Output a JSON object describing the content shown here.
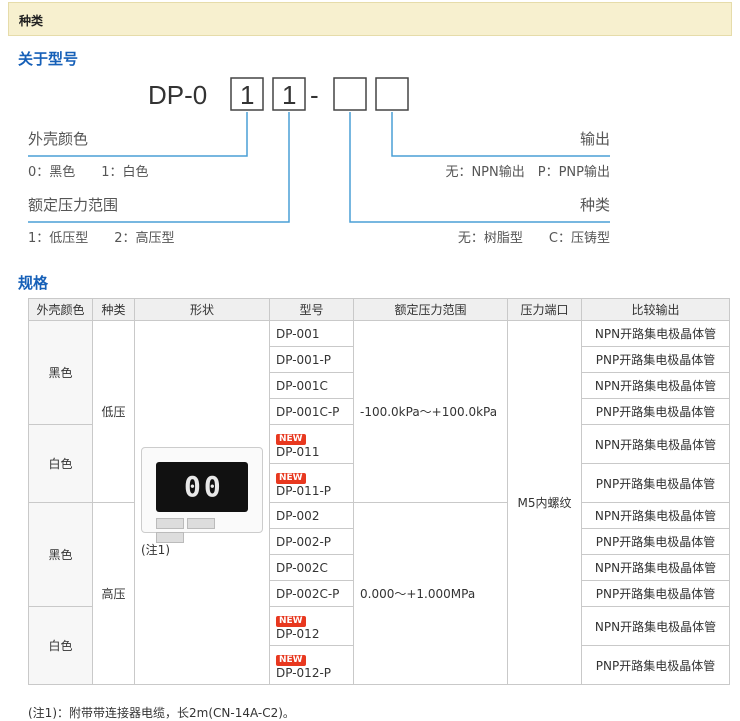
{
  "header": {
    "category": "种类"
  },
  "model_section": {
    "title": "关于型号",
    "code_prefix": "DP-0",
    "box1": "1",
    "box2": "1",
    "dash": "-",
    "color_label": "外壳颜色",
    "color_options": "0：黑色　　1：白色",
    "pressure_label": "额定压力范围",
    "pressure_options": "1：低压型　　2：高压型",
    "output_label": "输出",
    "output_options": "无：NPN输出　P：PNP输出",
    "kind_label": "种类",
    "kind_options": "无：树脂型　　C：压铸型"
  },
  "spec_section": {
    "title": "规格",
    "headers": [
      "外壳颜色",
      "种类",
      "形状",
      "型号",
      "额定压力范围",
      "压力端口",
      "比较输出"
    ],
    "colors": [
      "黑色",
      "白色",
      "黑色",
      "白色"
    ],
    "kinds": [
      "低压",
      "高压"
    ],
    "shape_note": "(注1)",
    "product_display": "00",
    "port": "M5内螺纹",
    "ranges": [
      "-100.0kPa～+100.0kPa",
      "0.000～+1.000MPa"
    ],
    "new_badge": "NEW",
    "rows": [
      {
        "model": "DP-001",
        "output": "NPN开路集电极晶体管"
      },
      {
        "model": "DP-001-P",
        "output": "PNP开路集电极晶体管"
      },
      {
        "model": "DP-001C",
        "output": "NPN开路集电极晶体管"
      },
      {
        "model": "DP-001C-P",
        "output": "PNP开路集电极晶体管"
      },
      {
        "model": "DP-011",
        "output": "NPN开路集电极晶体管"
      },
      {
        "model": "DP-011-P",
        "output": "PNP开路集电极晶体管"
      },
      {
        "model": "DP-002",
        "output": "NPN开路集电极晶体管"
      },
      {
        "model": "DP-002-P",
        "output": "PNP开路集电极晶体管"
      },
      {
        "model": "DP-002C",
        "output": "NPN开路集电极晶体管"
      },
      {
        "model": "DP-002C-P",
        "output": "PNP开路集电极晶体管"
      },
      {
        "model": "DP-012",
        "output": "NPN开路集电极晶体管"
      },
      {
        "model": "DP-012-P",
        "output": "PNP开路集电极晶体管"
      }
    ]
  },
  "footnote": "(注1)：附带带连接器电缆，长2m(CN-14A-C2)。",
  "colors": {
    "heading": "#1660b8",
    "line": "#4a9fd6",
    "new": "#e8381f",
    "bar": "#f7f0cf"
  }
}
